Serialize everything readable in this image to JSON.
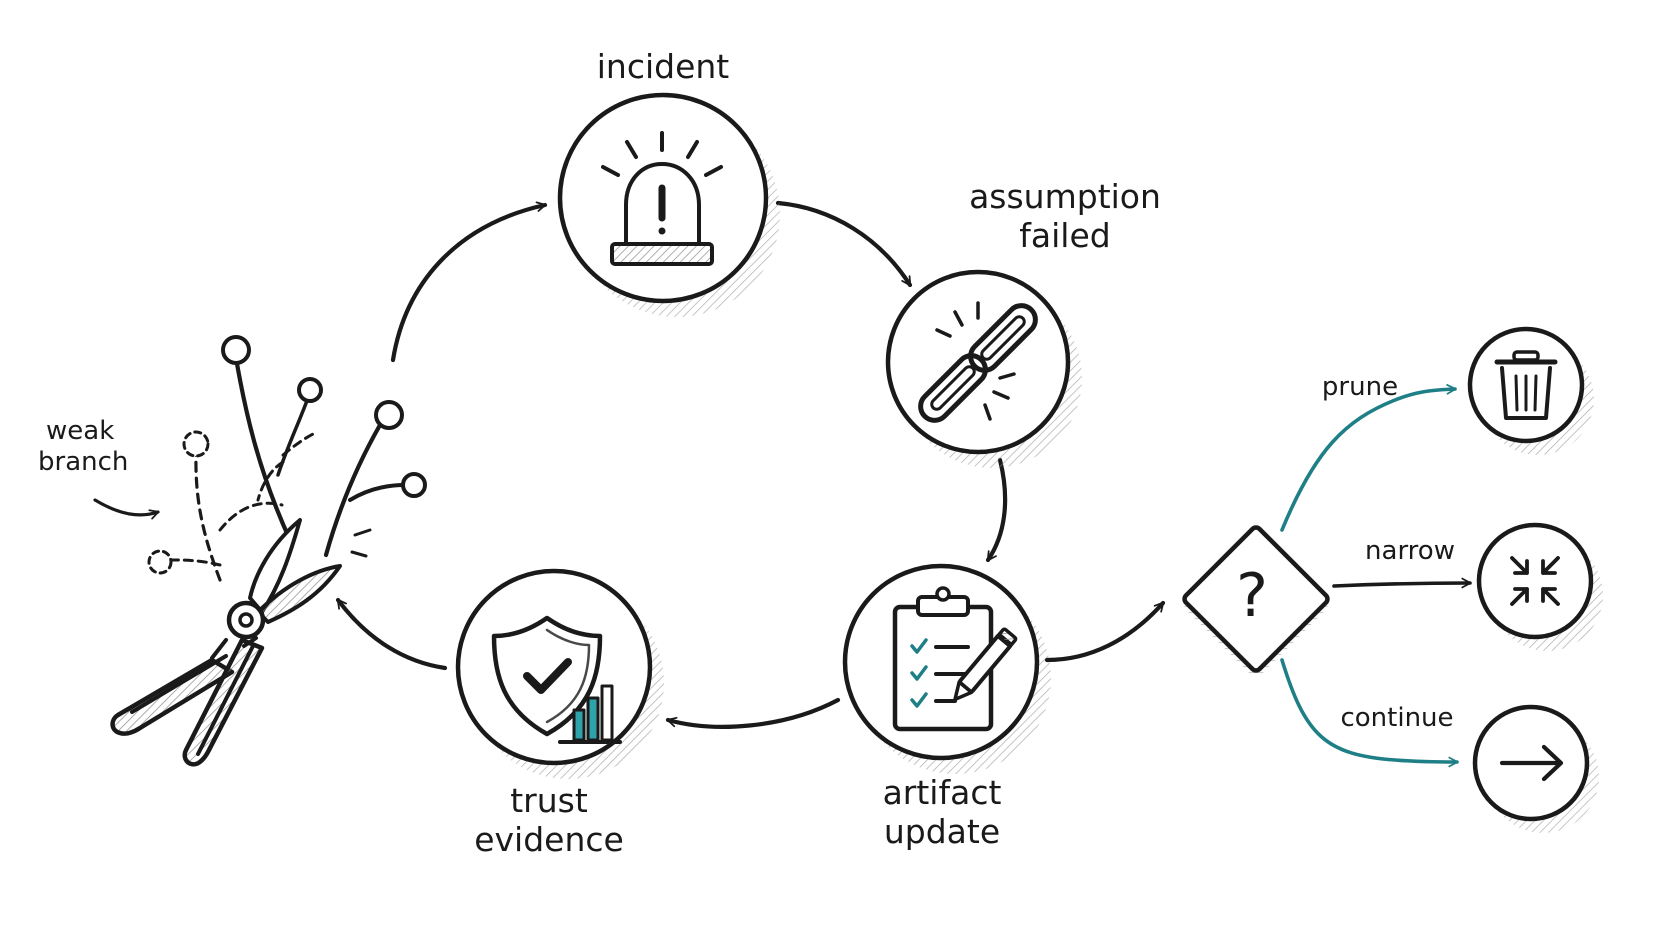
{
  "diagram": {
    "nodes": {
      "incident": {
        "label": "incident",
        "icon": "alarm-siren-icon"
      },
      "assumption": {
        "label_line1": "assumption",
        "label_line2": "failed",
        "icon": "broken-chain-icon"
      },
      "artifact": {
        "label_line1": "artifact",
        "label_line2": "update",
        "icon": "clipboard-checklist-icon"
      },
      "trust": {
        "label_line1": "trust",
        "label_line2": "evidence",
        "icon": "shield-check-icon"
      },
      "pruning": {
        "icon": "pruning-shears-icon",
        "note_line1": "weak",
        "note_line2": "branch"
      },
      "decision": {
        "icon": "question-mark-icon",
        "symbol": "?"
      }
    },
    "outcomes": [
      {
        "label": "prune",
        "icon": "trash-can-icon"
      },
      {
        "label": "narrow",
        "icon": "narrow-arrows-icon"
      },
      {
        "label": "continue",
        "icon": "right-arrow-icon"
      }
    ],
    "colors": {
      "ink": "#1a1a1a",
      "accent": "#1f7f86",
      "shadow": "#9a9a9a",
      "paper": "#ffffff"
    }
  }
}
